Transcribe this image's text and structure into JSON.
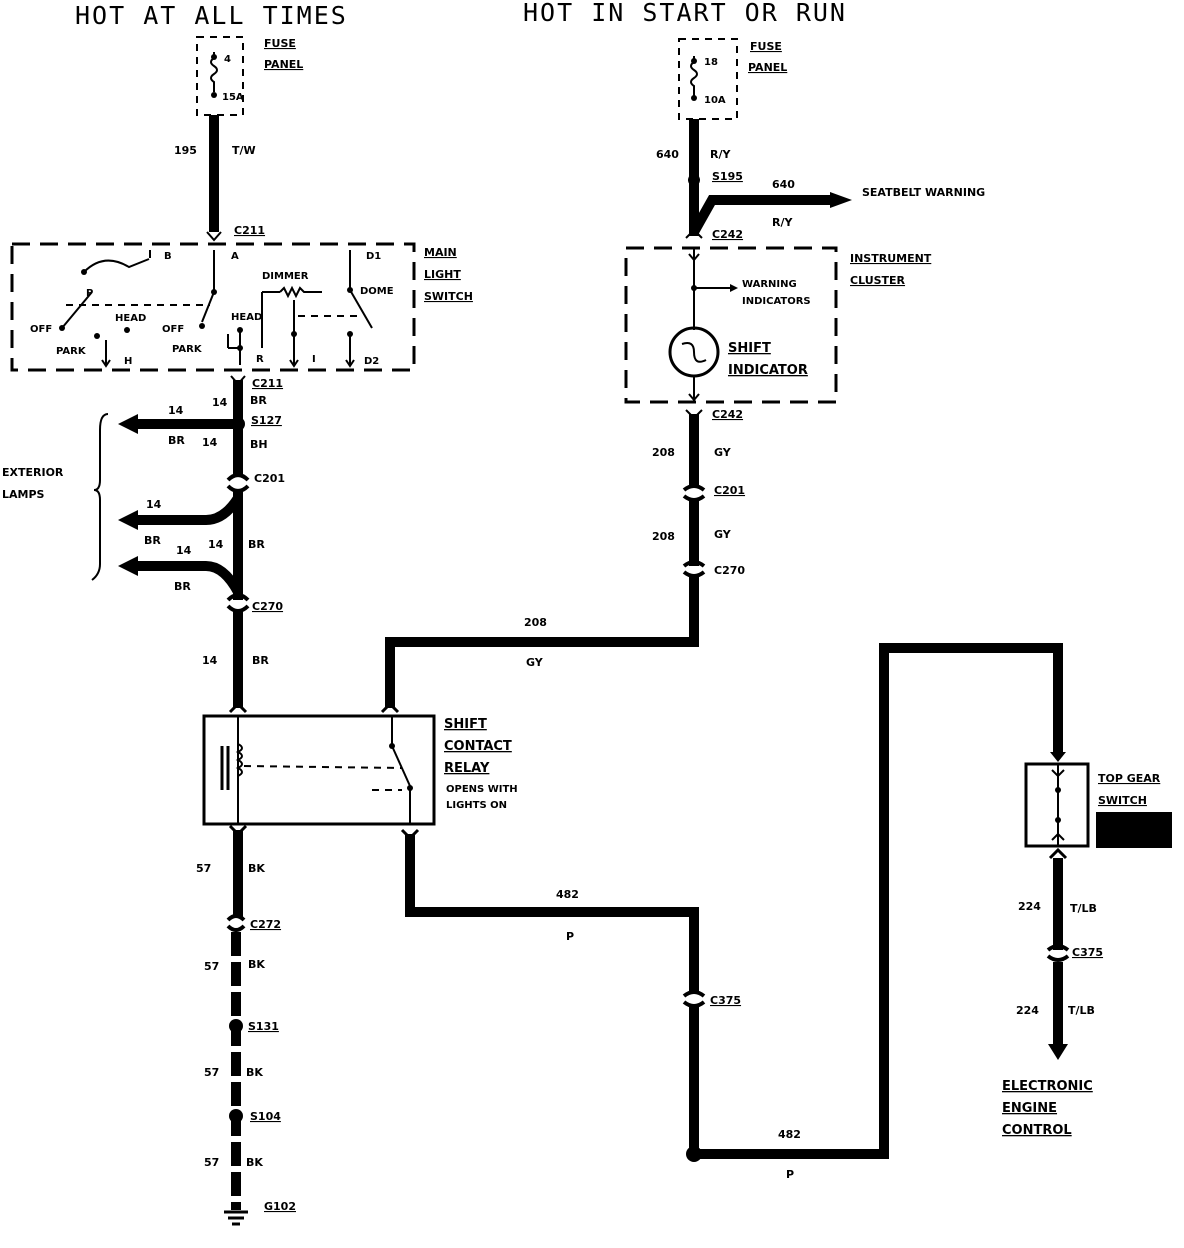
{
  "headers": {
    "left": "HOT AT ALL TIMES",
    "right": "HOT IN START OR RUN"
  },
  "fuse_left": {
    "number": "4",
    "rating": "15A",
    "label_line1": "FUSE",
    "label_line2": "PANEL"
  },
  "fuse_right": {
    "number": "18",
    "rating": "10A",
    "label_line1": "FUSE",
    "label_line2": "PANEL"
  },
  "wires": {
    "w195": {
      "circuit": "195",
      "color": "T/W"
    },
    "w640": {
      "circuit": "640",
      "color": "R/Y"
    },
    "w640_branch": {
      "circuit": "640",
      "color": "R/Y"
    },
    "w14_a": {
      "circuit": "14",
      "color": "BR"
    },
    "w14_b": {
      "circuit": "14",
      "color": "BH"
    },
    "w14_c": {
      "circuit": "14",
      "color": "BR"
    },
    "w14_d": {
      "circuit": "14",
      "color": "BR"
    },
    "w14_out1": {
      "circuit": "14",
      "color": "BR"
    },
    "w14_out2": {
      "circuit": "14",
      "color": "BR"
    },
    "w14_out3": {
      "circuit": "14",
      "color": "BR"
    },
    "w208_a": {
      "circuit": "208",
      "color": "GY"
    },
    "w208_b": {
      "circuit": "208",
      "color": "GY"
    },
    "w208_c": {
      "circuit": "208",
      "color": "GY"
    },
    "w57_a": {
      "circuit": "57",
      "color": "BK"
    },
    "w57_b": {
      "circuit": "57",
      "color": "BK"
    },
    "w57_c": {
      "circuit": "57",
      "color": "BK"
    },
    "w57_d": {
      "circuit": "57",
      "color": "BK"
    },
    "w482_a": {
      "circuit": "482",
      "color": "P"
    },
    "w482_b": {
      "circuit": "482",
      "color": "P"
    },
    "w224_a": {
      "circuit": "224",
      "color": "T/LB"
    },
    "w224_b": {
      "circuit": "224",
      "color": "T/LB"
    }
  },
  "connectors": {
    "c211_top": "C211",
    "c211_bot": "C211",
    "s127": "S127",
    "c201_left": "C201",
    "c270_left": "C270",
    "s195": "S195",
    "c242_top": "C242",
    "c242_bot": "C242",
    "c201_right": "C201",
    "c270_right": "C270",
    "c272": "C272",
    "s131": "S131",
    "s104": "S104",
    "g102": "G102",
    "c375_mid": "C375",
    "c375_right": "C375"
  },
  "main_light_switch": {
    "label_line1": "MAIN",
    "label_line2": "LIGHT",
    "label_line3": "SWITCH",
    "term_b": "B",
    "term_a": "A",
    "term_d1": "D1",
    "term_d2": "D2",
    "term_h": "H",
    "term_r": "R",
    "term_i": "I",
    "pos_off1": "OFF",
    "pos_park1": "PARK",
    "pos_head1": "HEAD",
    "pos_off2": "OFF",
    "pos_park2": "PARK",
    "pos_head2": "HEAD",
    "pos_p": "P",
    "dimmer": "DIMMER",
    "dome": "DOME"
  },
  "instrument_cluster": {
    "label_line1": "INSTRUMENT",
    "label_line2": "CLUSTER",
    "warning_line1": "WARNING",
    "warning_line2": "INDICATORS",
    "shift_line1": "SHIFT",
    "shift_line2": "INDICATOR"
  },
  "seatbelt": "SEATBELT WARNING",
  "exterior_lamps": {
    "line1": "EXTERIOR",
    "line2": "LAMPS"
  },
  "relay": {
    "line1": "SHIFT",
    "line2": "CONTACT",
    "line3": "RELAY",
    "note1": "OPENS WITH",
    "note2": "LIGHTS ON"
  },
  "top_gear_switch": {
    "line1": "TOP GEAR",
    "line2": "SWITCH"
  },
  "eec": {
    "line1": "ELECTRONIC",
    "line2": "ENGINE",
    "line3": "CONTROL"
  }
}
